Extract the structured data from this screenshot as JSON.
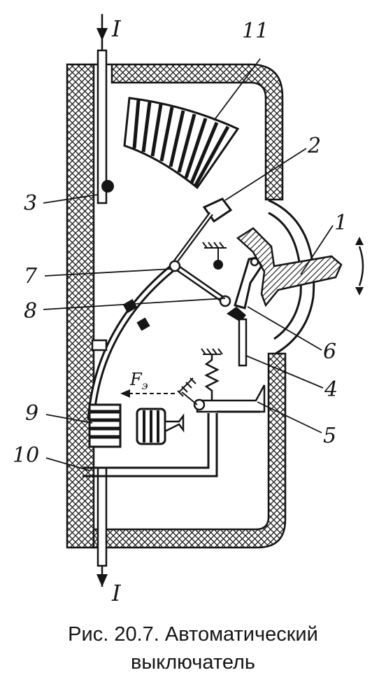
{
  "current_labels": {
    "in": "I",
    "out": "I"
  },
  "force_label": "F",
  "force_subscript": "э",
  "part_labels": [
    "1",
    "2",
    "3",
    "4",
    "5",
    "6",
    "7",
    "8",
    "9",
    "10",
    "11"
  ],
  "caption": {
    "line1": "Рис. 20.7. Автоматический",
    "line2": "выключатель"
  },
  "colors": {
    "ink": "#151515",
    "background": "#ffffff"
  }
}
